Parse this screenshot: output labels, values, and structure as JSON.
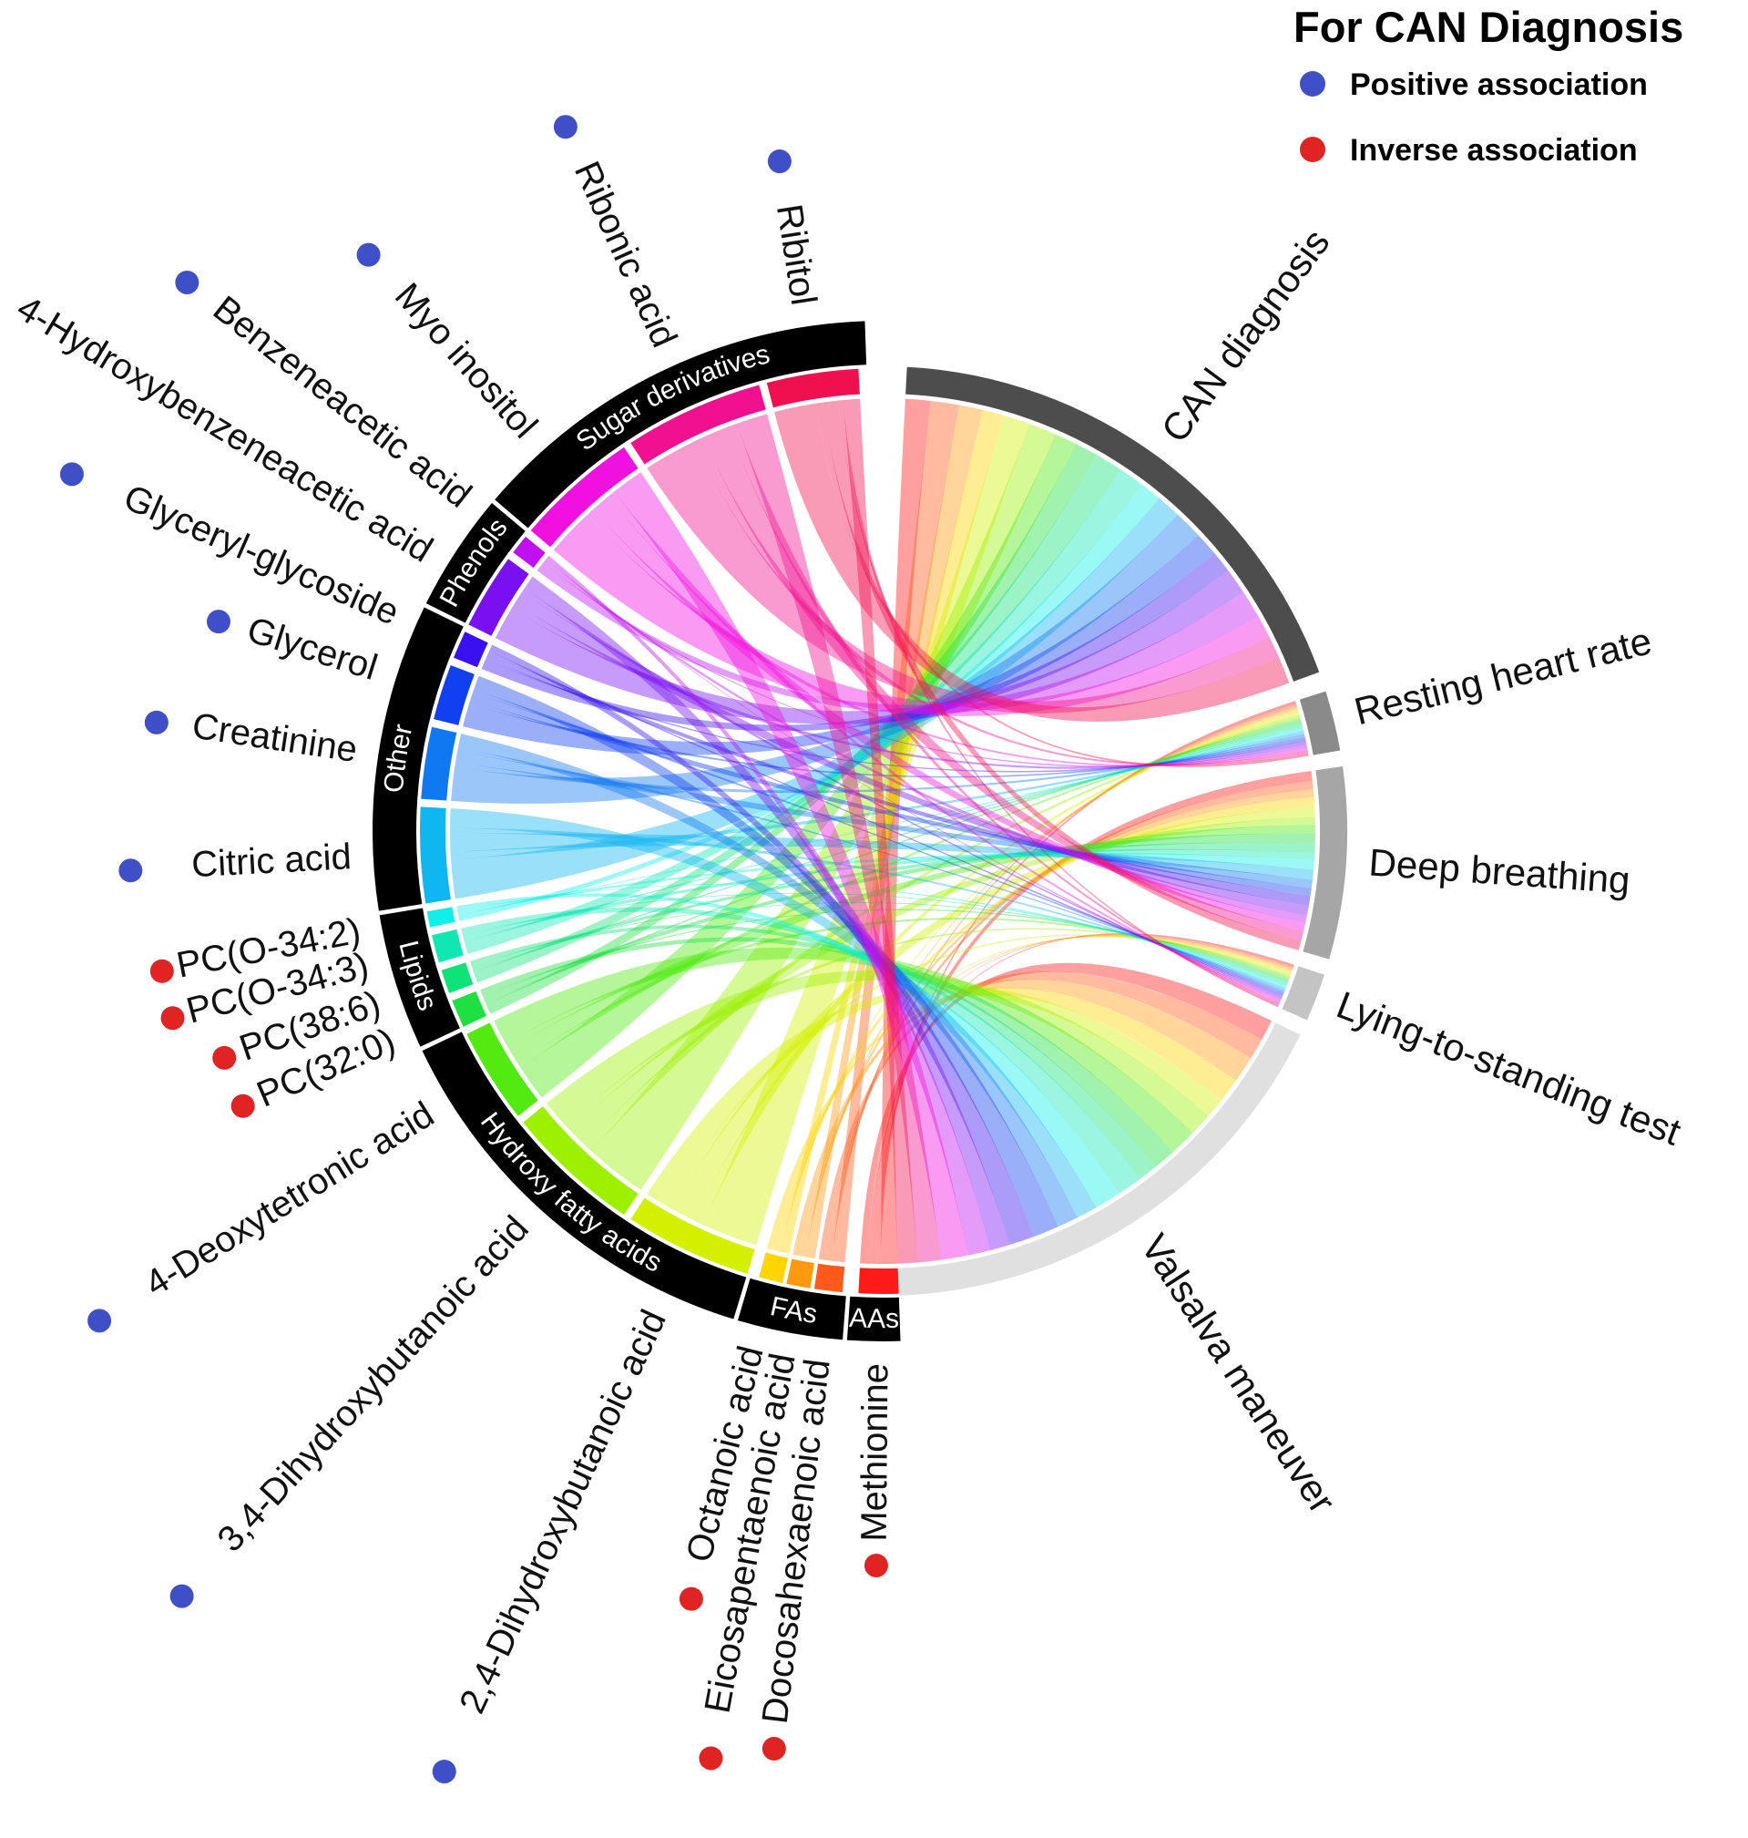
{
  "legend": {
    "title": "For CAN Diagnosis",
    "items": [
      {
        "label": "Positive association",
        "color": "#3f4fc7"
      },
      {
        "label": "Inverse association",
        "color": "#e02424"
      }
    ]
  },
  "colors": {
    "group_band": "#000000",
    "group_text": "#ffffff",
    "positive": "#3f4fc7",
    "inverse": "#e02424"
  },
  "groups": [
    {
      "id": "aas",
      "label": "AAs"
    },
    {
      "id": "fas",
      "label": "FAs"
    },
    {
      "id": "hfa",
      "label": "Hydroxy fatty acids"
    },
    {
      "id": "lipids",
      "label": "Lipids"
    },
    {
      "id": "other",
      "label": "Other"
    },
    {
      "id": "phenols",
      "label": "Phenols"
    },
    {
      "id": "sugar",
      "label": "Sugar derivatives"
    }
  ],
  "metabolites": [
    {
      "label": "Methionine",
      "group": "aas",
      "association": "inverse",
      "color": "#ff1a1a"
    },
    {
      "label": "Docosahexaenoic acid",
      "group": "fas",
      "association": "inverse",
      "color": "#ff5a1a"
    },
    {
      "label": "Eicosapentaenoic acid",
      "group": "fas",
      "association": "inverse",
      "color": "#ff9a10"
    },
    {
      "label": "Octanoic acid",
      "group": "fas",
      "association": "inverse",
      "color": "#ffd400"
    },
    {
      "label": "2,4-Dihydroxybutanoic acid",
      "group": "hfa",
      "association": "positive",
      "color": "#d4f000"
    },
    {
      "label": "3,4-Dihydroxybutanoic acid",
      "group": "hfa",
      "association": "positive",
      "color": "#9cf000"
    },
    {
      "label": "4-Deoxytetronic acid",
      "group": "hfa",
      "association": "positive",
      "color": "#52ea10"
    },
    {
      "label": "PC(32:0)",
      "group": "lipids",
      "association": "inverse",
      "color": "#1ee040"
    },
    {
      "label": "PC(38:6)",
      "group": "lipids",
      "association": "inverse",
      "color": "#10e27a"
    },
    {
      "label": "PC(O-34:3)",
      "group": "lipids",
      "association": "inverse",
      "color": "#10e8b4"
    },
    {
      "label": "PC(O-34:2)",
      "group": "lipids",
      "association": "inverse",
      "color": "#10f0e8"
    },
    {
      "label": "Citric acid",
      "group": "other",
      "association": "positive",
      "color": "#10b6f0"
    },
    {
      "label": "Creatinine",
      "group": "other",
      "association": "positive",
      "color": "#1078f0"
    },
    {
      "label": "Glycerol",
      "group": "other",
      "association": "positive",
      "color": "#1040f0"
    },
    {
      "label": "Glyceryl-glycoside",
      "group": "other",
      "association": "positive",
      "color": "#3a10f0"
    },
    {
      "label": "4-Hydroxybenzeneacetic acid",
      "group": "phenols",
      "association": "positive",
      "color": "#7a10f0"
    },
    {
      "label": "Benzeneacetic acid",
      "group": "phenols",
      "association": "positive",
      "color": "#c010f0"
    },
    {
      "label": "Myo inositol",
      "group": "sugar",
      "association": "positive",
      "color": "#f010e0"
    },
    {
      "label": "Ribonic acid",
      "group": "sugar",
      "association": "positive",
      "color": "#f01090"
    },
    {
      "label": "Ribitol",
      "group": "sugar",
      "association": "positive",
      "color": "#f01050"
    }
  ],
  "outcomes": [
    {
      "label": "CAN diagnosis",
      "color": "#4d4d4d"
    },
    {
      "label": "Resting heart rate",
      "color": "#8a8a8a"
    },
    {
      "label": "Deep breathing",
      "color": "#a6a6a6"
    },
    {
      "label": "Lying-to-standing test",
      "color": "#c4c4c4"
    },
    {
      "label": "Valsalva maneuver",
      "color": "#e0e0e0"
    }
  ]
}
